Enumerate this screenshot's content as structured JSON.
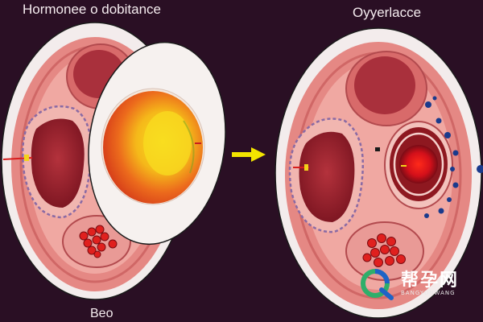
{
  "labels": {
    "title_left": "Hormonee o dobitance",
    "title_right": "Oyyerlacce",
    "caption_bottom": "Beo"
  },
  "watermark": {
    "text": "帮孕网",
    "subtext": "BANGYUNWANG"
  },
  "icons": {
    "arrow": "arrow-right-icon",
    "watermark_logo": "q-search-logo-icon"
  },
  "colors": {
    "background": "#2a0f24",
    "outer_shell": "#f3ecec",
    "muscle_pink": "#e07a78",
    "dark_red": "#8b1a24",
    "egg_yellow": "#f5d21a",
    "egg_orange": "#e8541a",
    "arrow_yellow": "#f2e400",
    "dot_blue": "#1a3a8c",
    "watermark_green": "#2fae6a",
    "watermark_blue": "#1e63c6"
  }
}
